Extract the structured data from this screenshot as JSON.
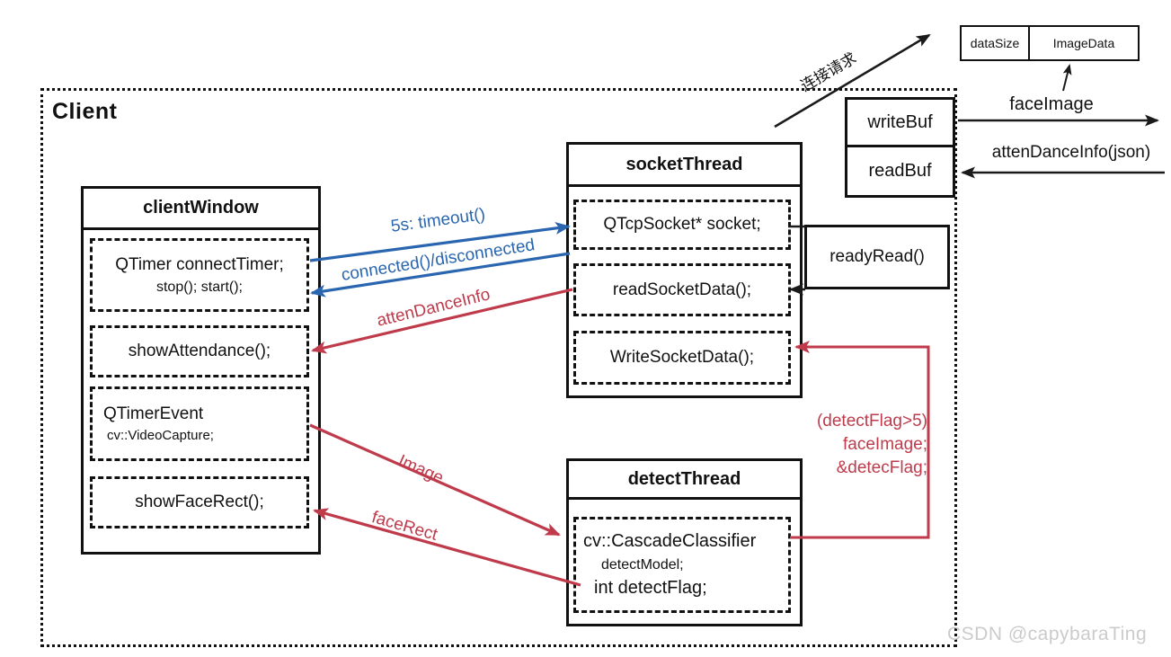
{
  "frame": {
    "label": "Client"
  },
  "client_window": {
    "title": "clientWindow",
    "timer_line1": "QTimer connectTimer;",
    "timer_line2": "stop(); start();",
    "show_attendance": "showAttendance();",
    "timer_event_line1": "QTimerEvent",
    "timer_event_line2": "cv::VideoCapture;",
    "show_face_rect": "showFaceRect();"
  },
  "socket_thread": {
    "title": "socketThread",
    "socket": "QTcpSocket* socket;",
    "read": "readSocketData();",
    "write": "WriteSocketData();"
  },
  "detect_thread": {
    "title": "detectThread",
    "line1": "cv::CascadeClassifier",
    "line2": "detectModel;",
    "line3": "int detectFlag;"
  },
  "buffers": {
    "write": "writeBuf",
    "read": "readBuf"
  },
  "ready_read": {
    "label": "readyRead()"
  },
  "packet": {
    "col1": "dataSize",
    "col2": "ImageData"
  },
  "arrows": {
    "connect_request": "连接请求",
    "timeout": "5s: timeout()",
    "connected": "connected()/disconnected",
    "attendance_info": "attenDanceInfo",
    "image": "Image",
    "face_rect": "faceRect",
    "face_image": "faceImage",
    "attendance_json": "attenDanceInfo(json)",
    "detect_params_line1": "(detectFlag>5)",
    "detect_params_line2": "faceImage;",
    "detect_params_line3": "&detecFlag;"
  },
  "watermark": "CSDN @capybaraTing",
  "colors": {
    "accent_blue": "#2a66b0",
    "accent_red": "#bf3a4b",
    "line_black": "#1a1a1a",
    "watermark_gray": "#cbcbcb"
  }
}
